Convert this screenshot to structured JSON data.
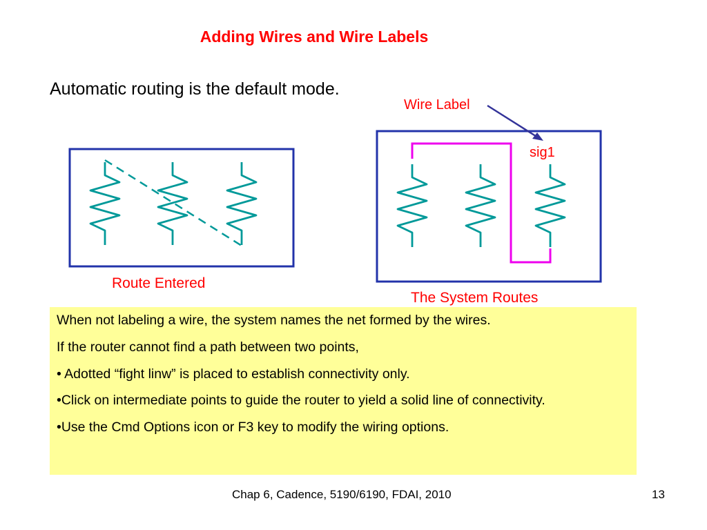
{
  "slide": {
    "title": "Adding Wires and Wire Labels",
    "subtitle": "Automatic routing is the default mode.",
    "wire_label": "Wire Label",
    "sig_label": "sig1",
    "route_entered": "Route Entered",
    "system_routes": "The System Routes",
    "notes": [
      "When not labeling a wire, the system names the net formed by the wires.",
      "If the router cannot find a path between two points,",
      "• Adotted “fight linw” is placed to establish connectivity only.",
      "•Click on intermediate points to guide the router to yield a solid line of connectivity.",
      "•Use the Cmd Options icon or F3 key to modify the wiring options."
    ],
    "footer": "Chap 6, Cadence, 5190/6190, FDAI, 2010",
    "page_number": "13"
  },
  "colors": {
    "title": "#ff0000",
    "box_border": "#2233aa",
    "resistor": "#009999",
    "routed_wire": "#ee00ee",
    "arrow": "#333399",
    "note_background": "#ffff99"
  },
  "icons": [
    "resistor-icon",
    "arrow-icon"
  ]
}
